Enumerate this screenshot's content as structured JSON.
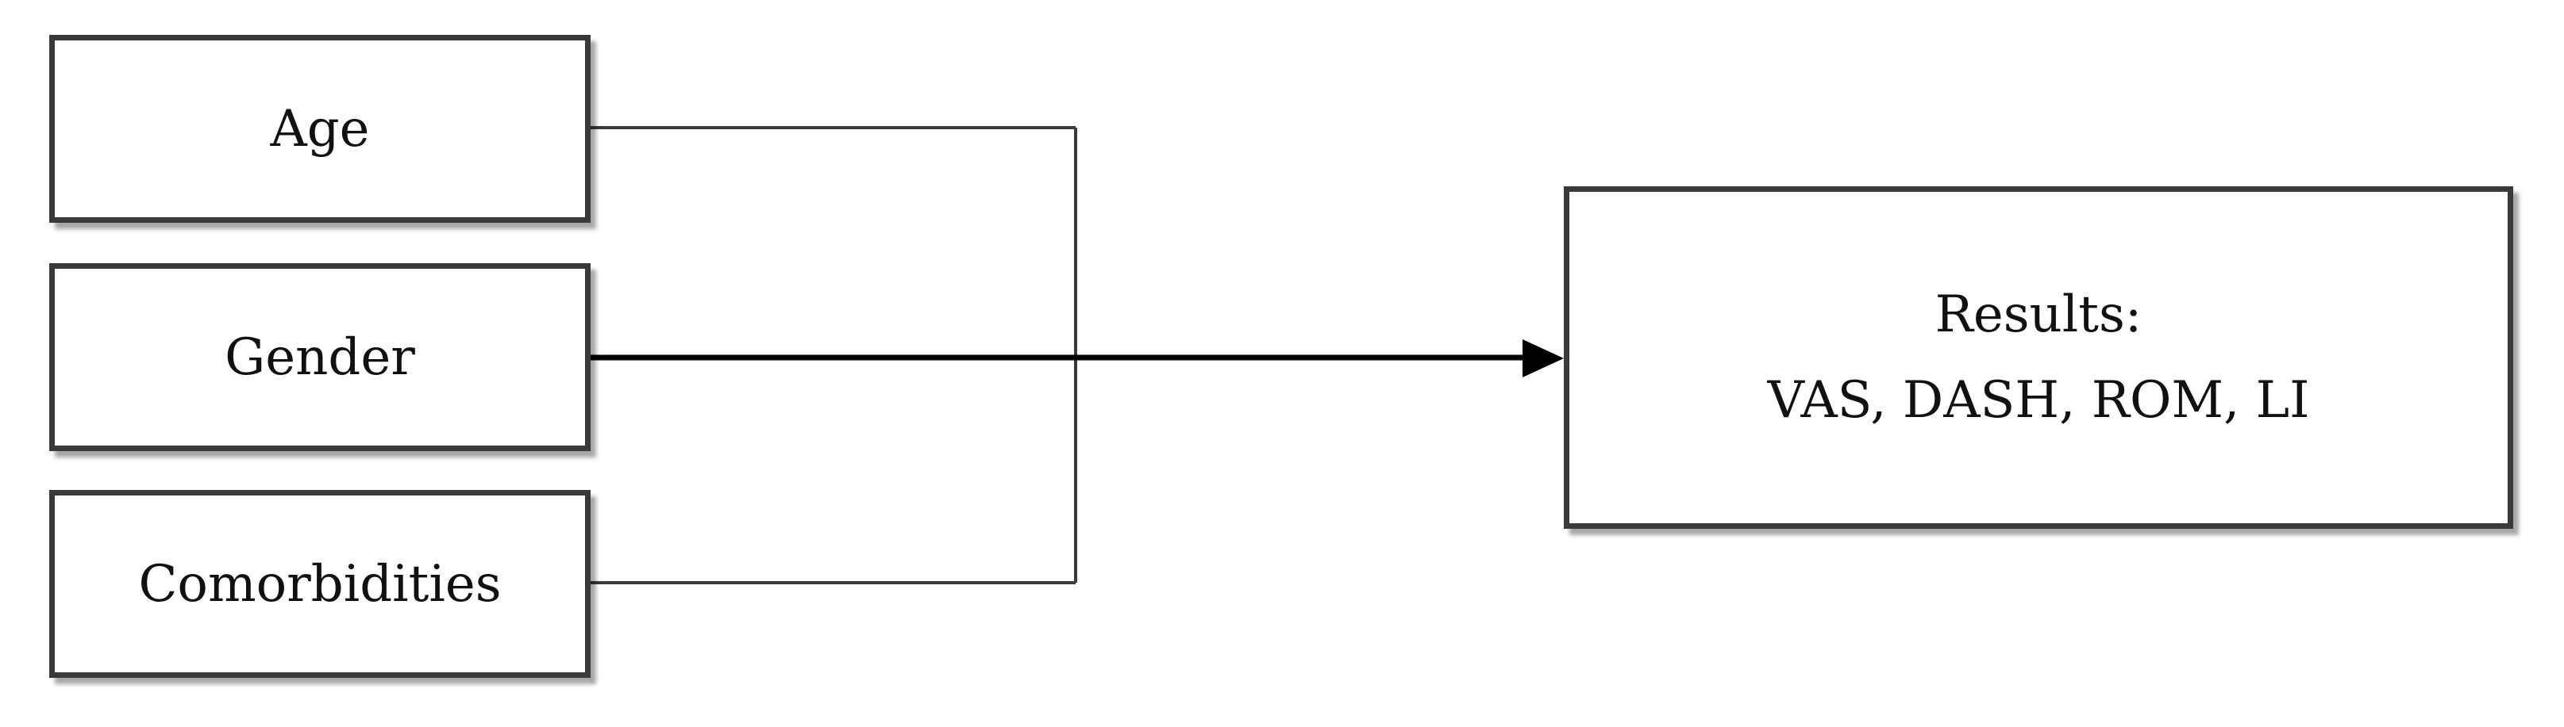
{
  "diagram": {
    "factors": [
      {
        "id": "age",
        "label": "Age"
      },
      {
        "id": "gender",
        "label": "Gender"
      },
      {
        "id": "comorbidities",
        "label": "Comorbidities"
      }
    ],
    "outcome": {
      "title": "Results:",
      "measures": "VAS, DASH, ROM, LI"
    },
    "colors": {
      "box_border": "#3a3a3a",
      "connector": "#3a3a3a",
      "arrow": "#000000",
      "background": "#ffffff"
    }
  }
}
